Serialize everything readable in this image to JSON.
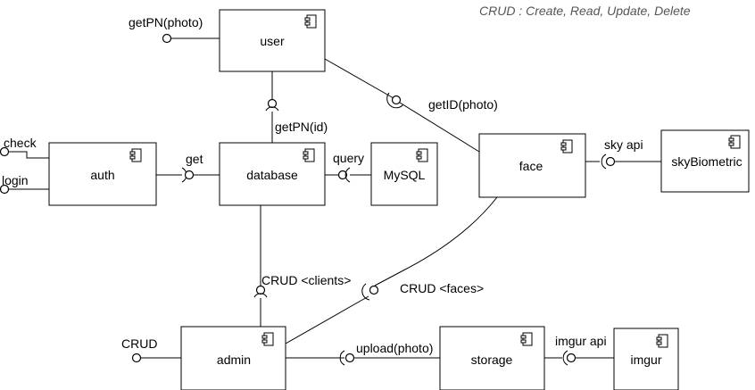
{
  "note": "CRUD : Create, Read, Update, Delete",
  "components": {
    "user": "user",
    "auth": "auth",
    "database": "database",
    "mysql": "MySQL",
    "face": "face",
    "skybiometric": "skyBiometric",
    "admin": "admin",
    "storage": "storage",
    "imgur": "imgur"
  },
  "interfaces": {
    "getpn_photo": "getPN(photo)",
    "getpn_id": "getPN(id)",
    "getid_photo": "getID(photo)",
    "check": "check",
    "login": "login",
    "get": "get",
    "query": "query",
    "sky_api": "sky api",
    "crud_clients": "CRUD <clients>",
    "crud_faces": "CRUD <faces>",
    "crud": "CRUD",
    "upload_photo": "upload(photo)",
    "imgur_api": "imgur api"
  }
}
